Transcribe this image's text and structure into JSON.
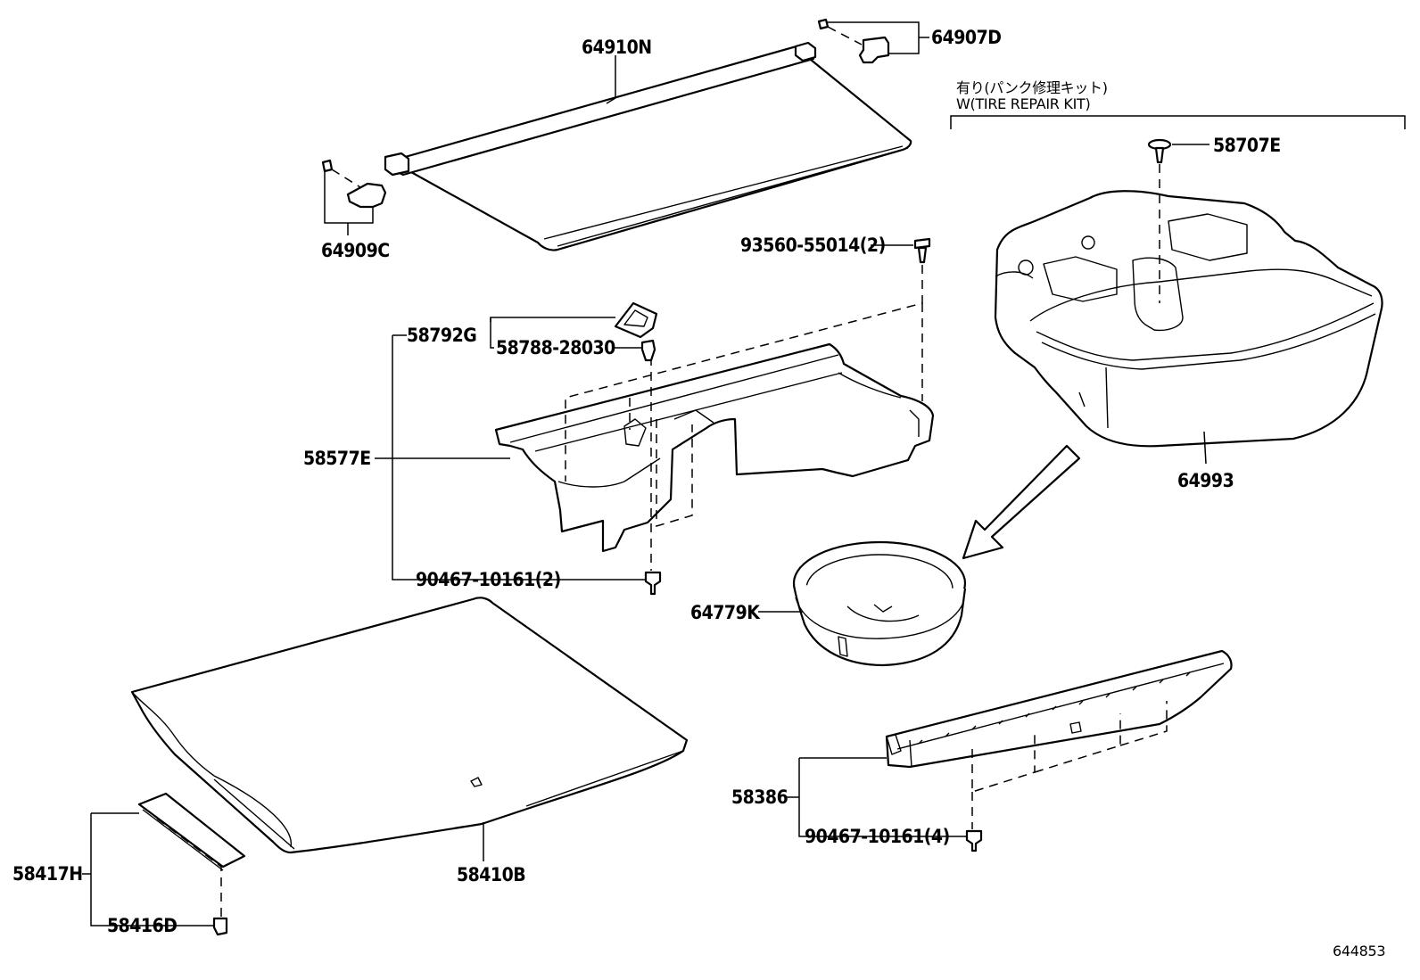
{
  "labels": {
    "p64910N": "64910N",
    "p64907D": "64907D",
    "p64909C": "64909C",
    "p58707E": "58707E",
    "p93560": "93560-55014(2)",
    "p58792G": "58792G",
    "p58788": "58788-28030",
    "p58577E": "58577E",
    "p90467a": "90467-10161(2)",
    "p64993": "64993",
    "p64779K": "64779K",
    "p58386": "58386",
    "p90467b": "90467-10161(4)",
    "p58417H": "58417H",
    "p58416D": "58416D",
    "p58410B": "58410B"
  },
  "note": {
    "jp": "有り(パンク修理キット)",
    "en": "W(TIRE REPAIR KIT)"
  },
  "diagram_id": "644853"
}
